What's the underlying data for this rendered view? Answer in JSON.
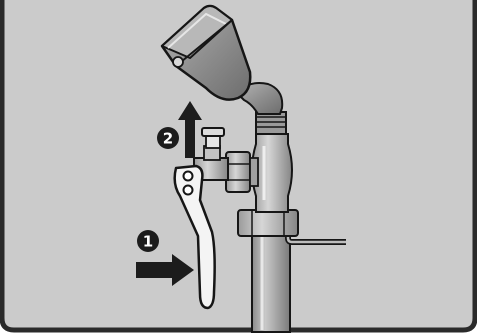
{
  "colors": {
    "background": "#cbcbcb",
    "frame": "#2a2a2a",
    "metal_light": "#dcdcdc",
    "metal_mid": "#a9a9a9",
    "metal_dark": "#7d7d7d",
    "outline": "#161616",
    "lever": "#f4f4f4",
    "arrow": "#1c1c1c",
    "badge": "#1c1c1c"
  },
  "steps": [
    {
      "number": "1",
      "action": "push-lever-right"
    },
    {
      "number": "2",
      "action": "pull-knob-up"
    }
  ]
}
